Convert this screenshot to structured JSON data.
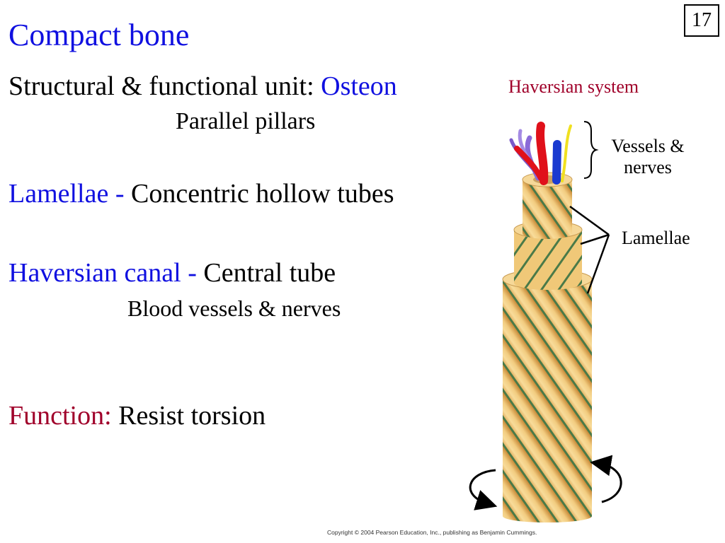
{
  "slide": {
    "number": "17",
    "title": "Compact bone"
  },
  "text": {
    "unit_label": "Structural & functional unit: ",
    "unit_value": "Osteon",
    "unit_desc": "Parallel pillars",
    "lamellae_label": "Lamellae - ",
    "lamellae_desc": "Concentric hollow tubes",
    "canal_label": "Haversian canal - ",
    "canal_desc": "Central tube",
    "canal_sub": "Blood vessels & nerves",
    "function_label": "Function: ",
    "function_desc": "Resist torsion"
  },
  "figure": {
    "title": "Haversian system",
    "vessels_label_line1": "Vessels &",
    "vessels_label_line2": "nerves",
    "lamellae_label": "Lamellae",
    "copyright": "Copyright © 2004 Pearson Education, Inc., publishing as Benjamin Cummings."
  },
  "colors": {
    "blue_term": "#1010e0",
    "red_term": "#a0002a",
    "bone_light": "#f5d28a",
    "bone_mid": "#e8b25a",
    "stripe": "#4a7a48",
    "artery": "#e0101a",
    "vein": "#1a3ad0",
    "nerve": "#f0e020",
    "purple_vessel": "#8a6ad8"
  }
}
